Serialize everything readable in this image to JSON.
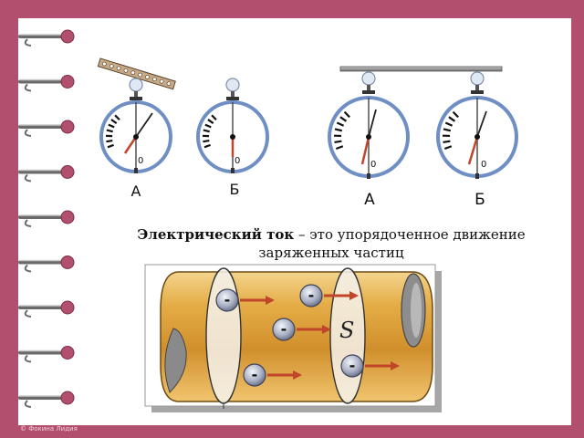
{
  "colors": {
    "background": "#b34f6e",
    "page": "#ffffff",
    "ring_blue": "#6f8fc4",
    "rod_gray": "#8d8d8d",
    "arrow_red": "#c0452a",
    "tube_gold": "#e0a443"
  },
  "electroscopes": {
    "left": [
      {
        "id": "A",
        "label": "А",
        "zero": "0"
      },
      {
        "id": "B",
        "label": "Б",
        "zero": "0"
      }
    ],
    "right": [
      {
        "id": "A",
        "label": "А",
        "zero": "0"
      },
      {
        "id": "B",
        "label": "Б",
        "zero": "0"
      }
    ]
  },
  "caption": {
    "term": "Электрический ток",
    "definition_start": " – это упорядоченное движение",
    "definition_end": "заряженных частиц"
  },
  "conductor": {
    "cross_section_label": "S",
    "particle_sign": "-",
    "particle_count": 5
  },
  "footer": {
    "copyright": "© Фокина Лидия"
  },
  "icons": [
    "spiral-binding-icon",
    "electroscope-icon",
    "electron-icon",
    "arrow-icon"
  ]
}
